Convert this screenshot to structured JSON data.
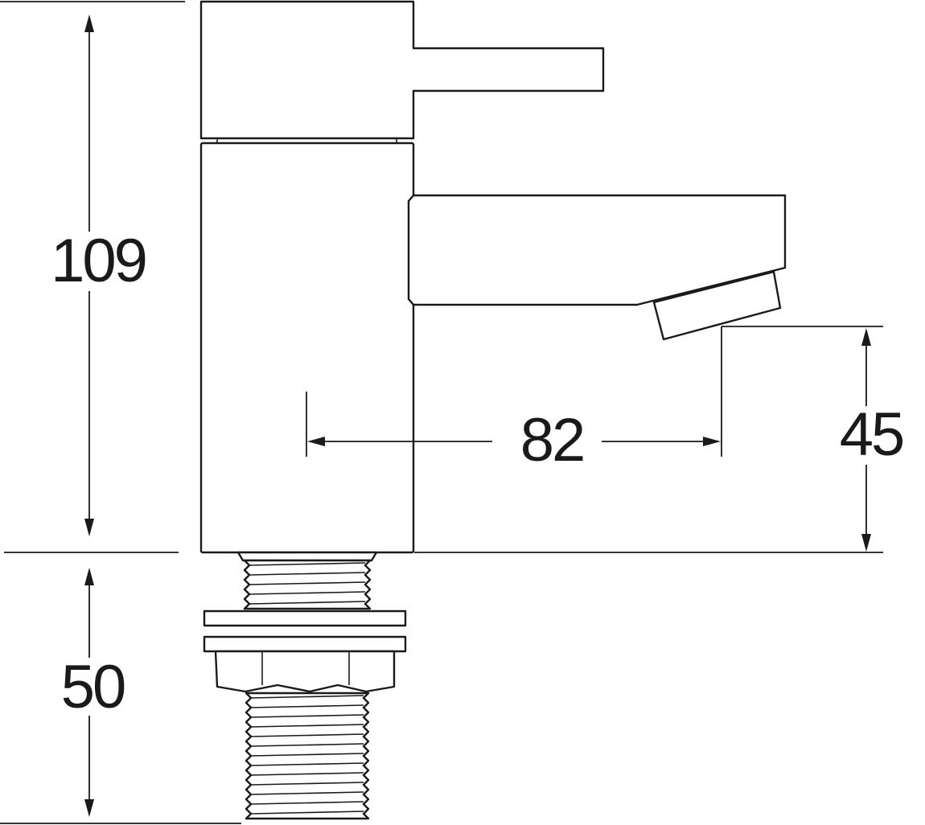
{
  "dimensions": {
    "total_height": "109",
    "spout_reach": "82",
    "spout_height": "45",
    "shank_length": "50"
  },
  "colors": {
    "line": "#1a1a1a",
    "background": "#ffffff"
  }
}
